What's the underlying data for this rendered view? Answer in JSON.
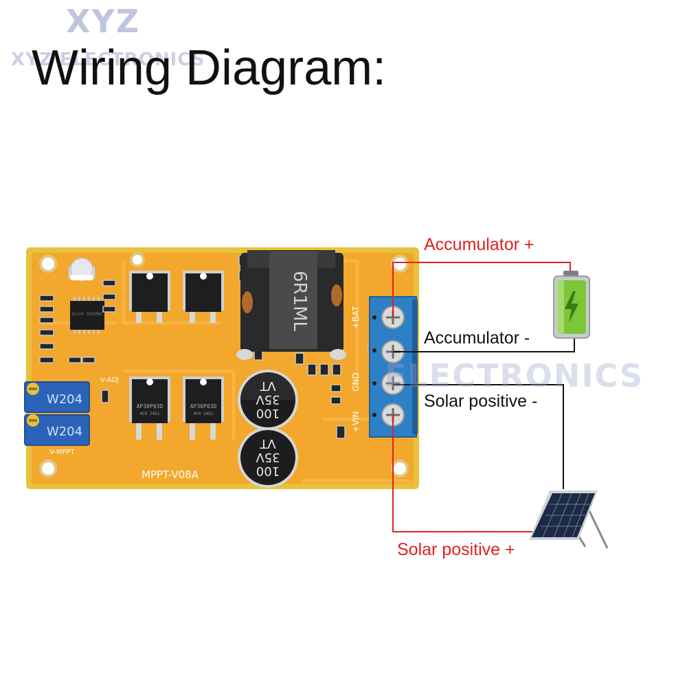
{
  "title": "Wiring Diagram:",
  "watermark": {
    "logo": "XYZ",
    "sub": "XYZ ELECTRONICS",
    "mid": "ELECTRONICS"
  },
  "board": {
    "name": "MPPT-V08A",
    "terminal_labels": [
      "+BAT",
      "GND",
      "+VIN"
    ],
    "trimpots": [
      {
        "label": "W204",
        "function": "V-ADJ"
      },
      {
        "label": "W204",
        "function": "V-MPPT"
      }
    ],
    "inductor_marking": "6R1ML",
    "mosfet_marking": "AP30P03D",
    "mosfet_code": "4C0  2451",
    "capacitor_marking": [
      "100",
      "35V",
      "VT"
    ],
    "chip_marking": "16/24 3S01MDC"
  },
  "connections": {
    "accumulator_pos": {
      "label": "Accumulator +",
      "color": "#e02020"
    },
    "accumulator_neg": {
      "label": "Accumulator -",
      "color": "#111111"
    },
    "solar_neg": {
      "label": "Solar positive -",
      "color": "#111111"
    },
    "solar_pos": {
      "label": "Solar positive +",
      "color": "#e02020"
    }
  },
  "colors": {
    "pcb": "#f3a72c",
    "pcb_edge": "#e3bf2e",
    "terminal": "#2e80c6",
    "battery": "#7cc63a",
    "solar_panel": "#1c2a44"
  }
}
